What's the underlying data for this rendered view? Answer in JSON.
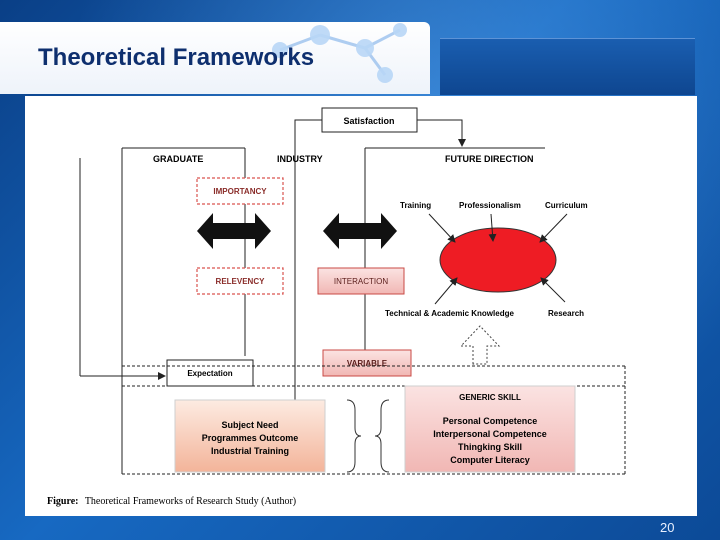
{
  "title": "Theoretical Frameworks",
  "slide_number": "20",
  "diagram": {
    "top_box": "Satisfaction",
    "headers": {
      "graduate": "GRADUATE",
      "industry": "INDUSTRY",
      "future": "FUTURE DIRECTION"
    },
    "importancy": "IMPORTANCY",
    "relevency": "RELEVENCY",
    "interaction": "INTERACTION",
    "variable": "VARIABLE",
    "expectation": "Expectation",
    "future_labels": {
      "training": "Training",
      "professionalism": "Professionalism",
      "curriculum": "Curriculum",
      "technical": "Technical & Academic Knowledge",
      "research": "Research"
    },
    "subject_box": [
      "Subject Need",
      "Programmes Outcome",
      "Industrial Training"
    ],
    "generic_title": "GENERIC SKILL",
    "generic_items": [
      "Personal Competence",
      "Interpersonal Competence",
      "Thingking Skill",
      "Computer Literacy"
    ],
    "caption_label": "Figure:",
    "caption_text": "Theoretical Frameworks of Research Study (Author)"
  },
  "colors": {
    "accent_red": "#ee1c24",
    "dashed_red": "#d9534f",
    "pink_fill": "#f7d4d3",
    "title_color": "#0e2f6e"
  }
}
